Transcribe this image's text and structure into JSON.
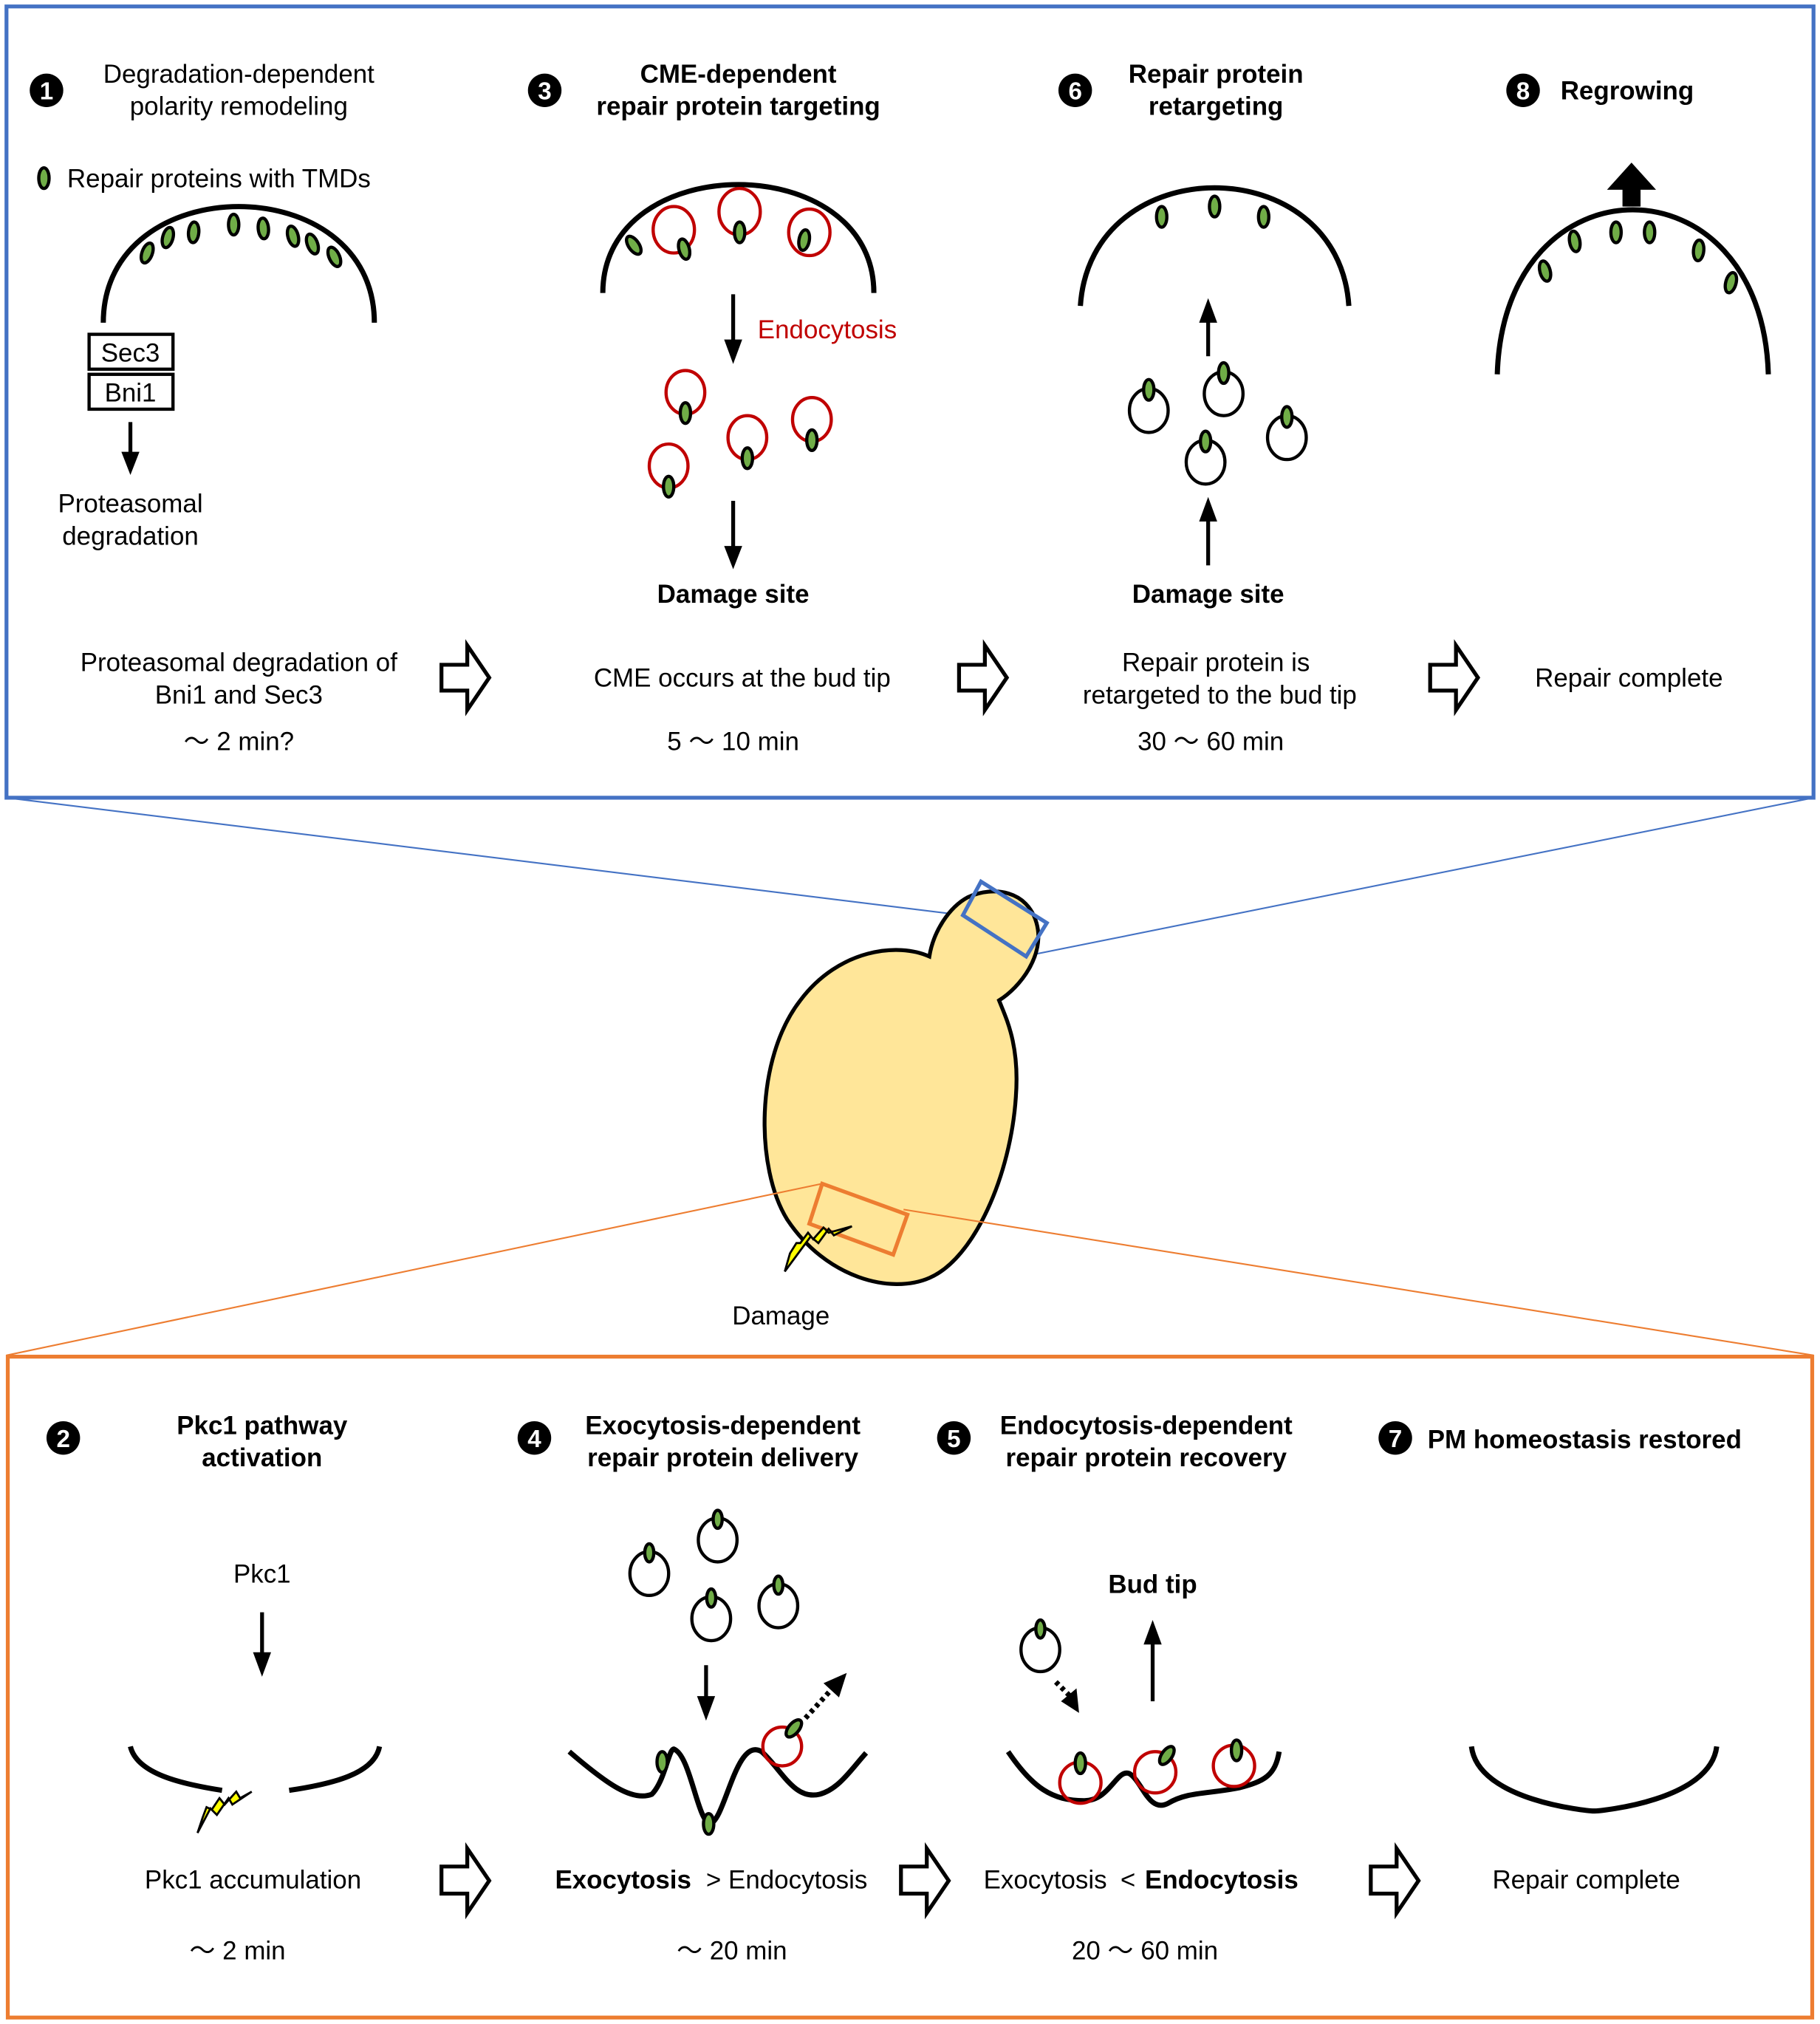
{
  "colors": {
    "top_panel_border": "#4472c4",
    "bottom_panel_border": "#ed7d31",
    "cell_fill": "#ffe699",
    "repair_protein": "#70ad47",
    "endocytic_vesicle": "#c00000",
    "damage_bolt": "#ffff00"
  },
  "legend": {
    "repair_proteins_label": "Repair proteins with TMDs"
  },
  "top_panel": {
    "steps": [
      {
        "number": "1",
        "title_line1": "Degradation-dependent",
        "title_line2": "polarity remodeling",
        "title_bold": false,
        "box_labels": [
          "Sec3",
          "Bni1"
        ],
        "outcome_line1": "Proteasomal",
        "outcome_line2": "degradation",
        "summary_line1": "Proteasomal degradation of",
        "summary_line2": "Bni1 and Sec3",
        "time": "～ 2 min?"
      },
      {
        "number": "3",
        "title_line1": "CME-dependent",
        "title_line2": "repair protein targeting",
        "title_bold": true,
        "process_label": "Endocytosis",
        "destination_label": "Damage site",
        "summary_line1": "CME occurs at the bud tip",
        "time": "5 ～ 10 min"
      },
      {
        "number": "6",
        "title_line1": "Repair protein",
        "title_line2": "retargeting",
        "title_bold": true,
        "origin_label": "Damage site",
        "summary_line1": "Repair protein is",
        "summary_line2": "retargeted to the bud tip",
        "time": "30 ～ 60 min"
      },
      {
        "number": "8",
        "title_line1": "Regrowing",
        "title_bold": true,
        "summary_line1": "Repair complete"
      }
    ]
  },
  "center": {
    "damage_label": "Damage"
  },
  "bottom_panel": {
    "steps": [
      {
        "number": "2",
        "title_line1": "Pkc1 pathway",
        "title_line2": "activation",
        "title_bold": true,
        "molecule_label": "Pkc1",
        "summary_line1": "Pkc1 accumulation",
        "time": "～ 2 min"
      },
      {
        "number": "4",
        "title_line1": "Exocytosis-dependent",
        "title_line2": "repair protein delivery",
        "title_bold": true,
        "summary_bold": "Exocytosis",
        "summary_op": " > ",
        "summary_rest": "Endocytosis",
        "time": "～ 20 min"
      },
      {
        "number": "5",
        "title_line1": "Endocytosis-dependent",
        "title_line2": "repair protein recovery",
        "title_bold": true,
        "direction_label": "Bud tip",
        "summary_rest": "Exocytosis",
        "summary_op": " < ",
        "summary_bold": "Endocytosis",
        "time": "20 ～ 60 min"
      },
      {
        "number": "7",
        "title_line1": "PM homeostasis restored",
        "title_bold": true,
        "summary_line1": "Repair complete"
      }
    ]
  }
}
